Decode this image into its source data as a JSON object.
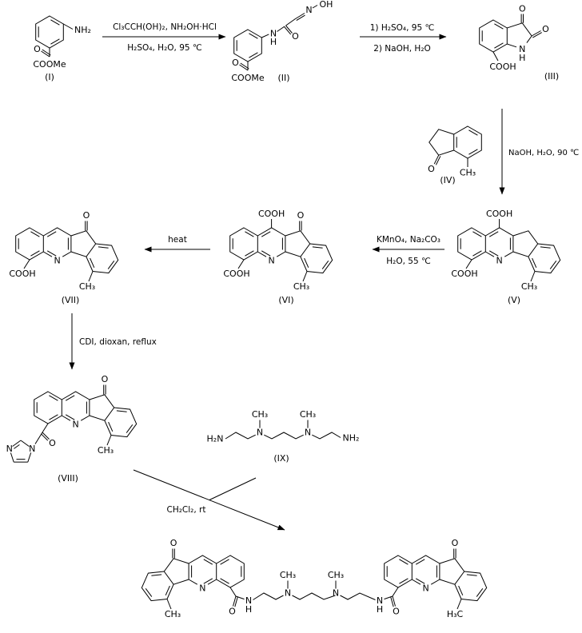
{
  "compounds": {
    "I": {
      "label": "(I)",
      "nh2": "NH₂",
      "o": "O",
      "coome": "COOMe"
    },
    "II": {
      "label": "(II)",
      "oh": "OH",
      "n_oxime": "N",
      "o_amide": "O",
      "n_amide": "N",
      "h_amide": "H",
      "o_ester": "O",
      "coome": "COOMe"
    },
    "III": {
      "label": "(III)",
      "o_top": "O",
      "o_right": "O",
      "n": "N",
      "h": "H",
      "cooh": "COOH"
    },
    "IV": {
      "label": "(IV)",
      "o": "O",
      "ch3": "CH₃"
    },
    "V": {
      "label": "(V)",
      "cooh_top": "COOH",
      "n": "N",
      "cooh_bottom": "COOH",
      "ch3": "CH₃"
    },
    "VI": {
      "label": "(VI)",
      "cooh_top": "COOH",
      "o": "O",
      "n": "N",
      "cooh_bottom": "COOH",
      "ch3": "CH₃"
    },
    "VII": {
      "label": "(VII)",
      "o": "O",
      "n": "N",
      "cooh": "COOH",
      "ch3": "CH₃"
    },
    "VIII": {
      "label": "(VIII)",
      "o_ketone": "O",
      "n_quinoline": "N",
      "ch3": "CH₃",
      "o_amide": "O",
      "n_im1": "N",
      "n_im3": "N"
    },
    "IX": {
      "label": "(IX)",
      "h2n": "H₂N",
      "n1": "N",
      "ch3_1": "CH₃",
      "n2": "N",
      "ch3_2": "CH₃",
      "nh2": "NH₂"
    },
    "product": {
      "left": {
        "o_ketone": "O",
        "n_quinoline": "N",
        "ch3": "CH₃",
        "o_amide": "O",
        "n_amide": "N",
        "h_amide": "H"
      },
      "chain": {
        "n1": "N",
        "ch3_1": "CH₃",
        "n2": "N",
        "ch3_2": "CH₃"
      },
      "right": {
        "n_amide": "N",
        "h_amide": "H",
        "o_amide": "O",
        "n_quinoline": "N",
        "o_ketone": "O",
        "ch3": "H₃C"
      }
    }
  },
  "reagents": {
    "step1_line1": "Cl₃CCH(OH)₂, NH₂OH·HCl",
    "step1_line2": "H₂SO₄, H₂O, 95 ℃",
    "step2_line1": "1) H₂SO₄, 95 ℃",
    "step2_line2": "2) NaOH, H₂O",
    "step3": "NaOH, H₂O, 90 ℃",
    "step4_line1": "KMnO₄, Na₂CO₃",
    "step4_line2": "H₂O, 55 ℃",
    "step5": "heat",
    "step6": "CDI, dioxan, reflux",
    "step7": "CH₂Cl₂, rt"
  }
}
